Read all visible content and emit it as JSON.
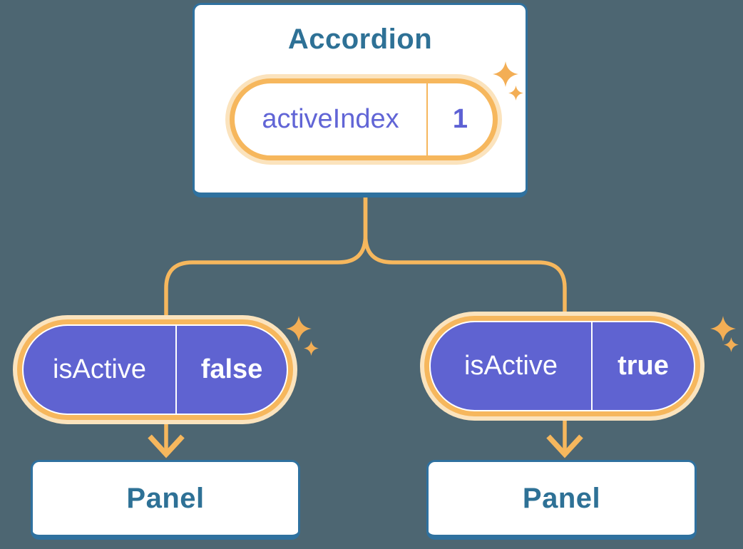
{
  "diagram": {
    "root": {
      "title": "Accordion",
      "pill": {
        "label": "activeIndex",
        "value": "1"
      }
    },
    "left_child": {
      "pill": {
        "label": "isActive",
        "value": "false"
      },
      "panel_label": "Panel"
    },
    "right_child": {
      "pill": {
        "label": "isActive",
        "value": "true"
      },
      "panel_label": "Panel"
    },
    "colors": {
      "background": "#4d6672",
      "card_border_blue": "#2f719f",
      "heading_text_blue": "#2e7196",
      "connector_orange": "#f6b75d",
      "halo_orange": "#fbe3bd",
      "sparkle_orange": "#f3ae55",
      "pill_purple": "#5f63d1",
      "pill_text_purple": "#6165d6",
      "pill_text_white": "#ffffff"
    }
  }
}
